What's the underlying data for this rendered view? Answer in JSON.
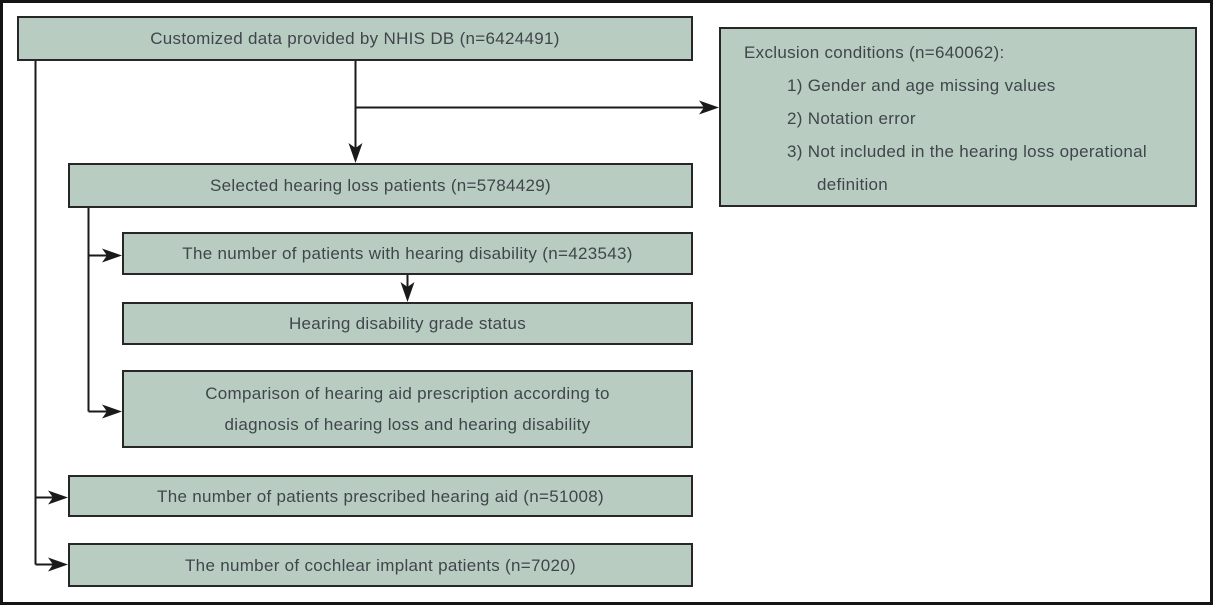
{
  "figure": {
    "type": "flowchart",
    "boxes": {
      "nhis": {
        "label": "Customized data provided by NHIS DB (n=6424491)"
      },
      "selected": {
        "label": "Selected hearing loss patients (n=5784429)"
      },
      "disability": {
        "label": "The number of patients with hearing disability (n=423543)"
      },
      "grade": {
        "label": "Hearing disability grade status"
      },
      "comparison": {
        "lines": [
          "Comparison of hearing aid prescription according to",
          "diagnosis of hearing loss and hearing disability"
        ]
      },
      "hearing_aid": {
        "label": "The number of patients prescribed hearing aid (n=51008)"
      },
      "cochlear": {
        "label": "The number of cochlear implant patients (n=7020)"
      },
      "exclusion": {
        "title": "Exclusion conditions (n=640062):",
        "items": [
          "1) Gender and age missing values",
          "2) Notation error",
          "3) Not included in the hearing loss operational definition"
        ]
      }
    },
    "colors": {
      "box_fill": "#b9ccc2",
      "box_border": "#272727",
      "text": "#3f464a",
      "connector": "#1a1a1a",
      "background": "#ffffff",
      "frame_border": "#141414"
    }
  }
}
